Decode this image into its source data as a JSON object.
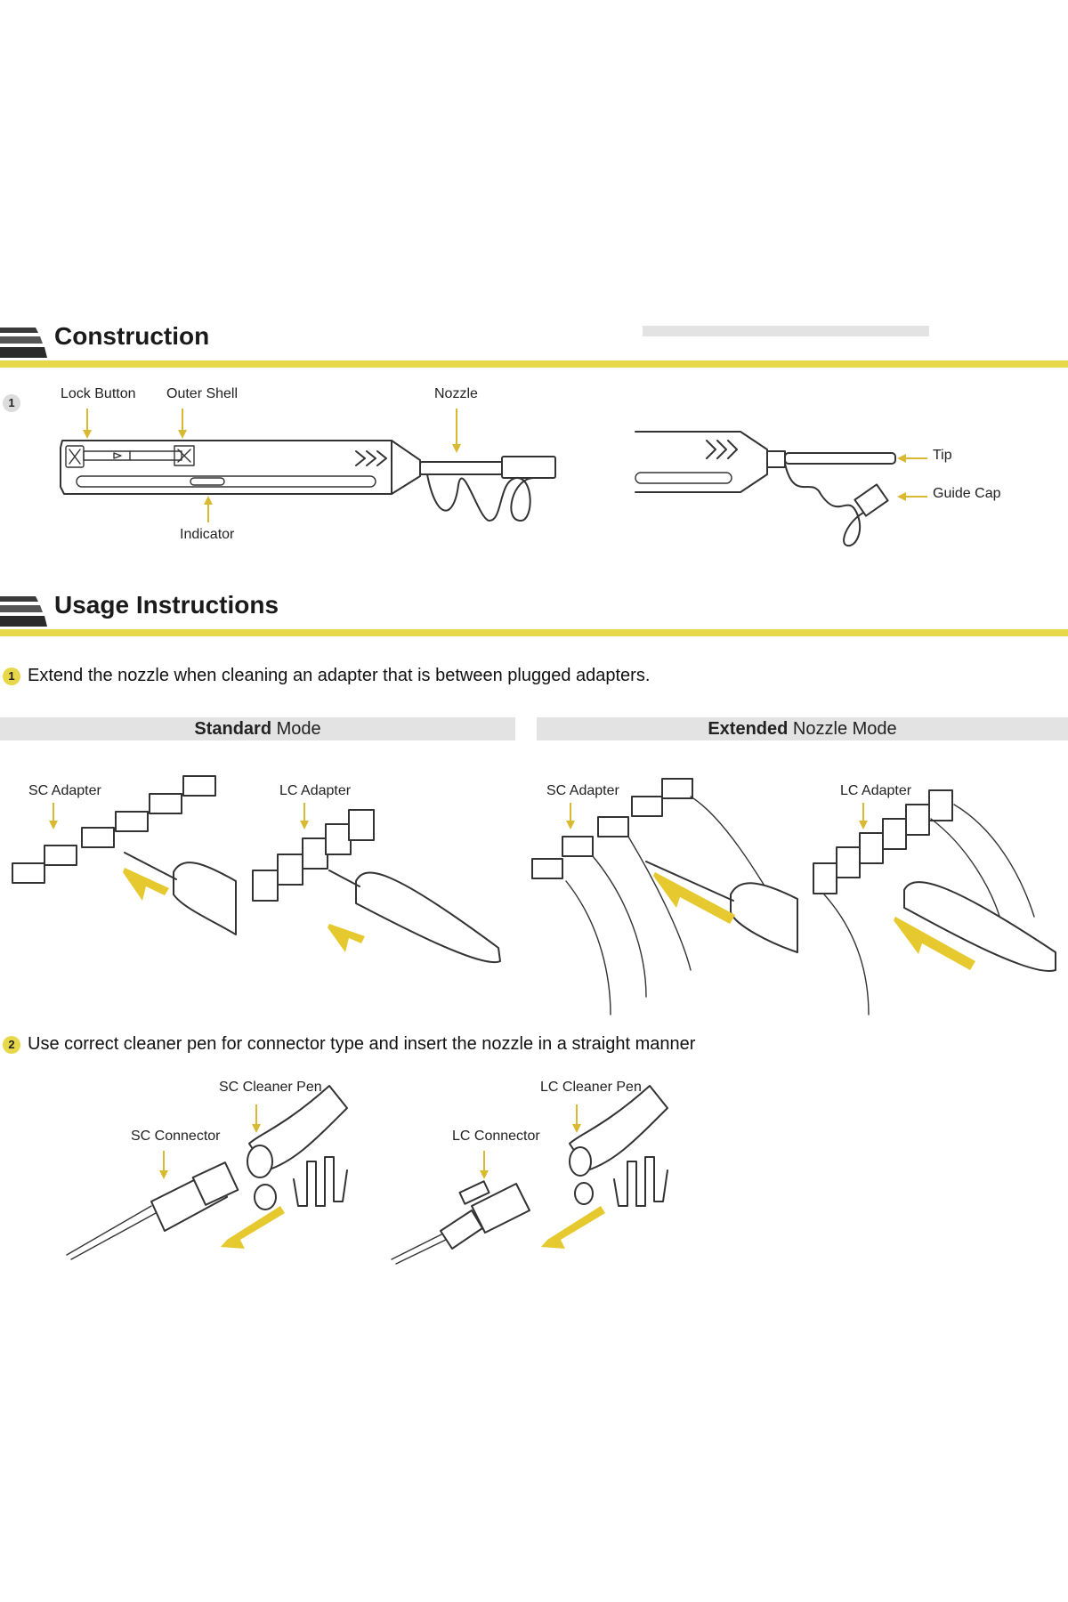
{
  "construction": {
    "title": "Construction",
    "step_number": "1",
    "labels": {
      "lock_button": "Lock Button",
      "outer_shell": "Outer Shell",
      "nozzle": "Nozzle",
      "indicator": "Indicator",
      "tip": "Tip",
      "guide_cap": "Guide Cap"
    }
  },
  "usage": {
    "title": "Usage Instructions",
    "step1": {
      "number": "1",
      "text": "Extend the nozzle when cleaning an adapter that is between plugged adapters.",
      "standard_mode": {
        "bold": "Standard",
        "rest": " Mode"
      },
      "extended_mode": {
        "bold": "Extended",
        "rest": " Nozzle Mode"
      },
      "labels": {
        "sc_adapter_left": "SC Adapter",
        "lc_adapter_left": "LC Adapter",
        "sc_adapter_right": "SC Adapter",
        "lc_adapter_right": "LC Adapter"
      }
    },
    "step2": {
      "number": "2",
      "text": "Use correct cleaner pen for connector type and insert the nozzle in a straight manner",
      "labels": {
        "sc_cleaner_pen": "SC Cleaner Pen",
        "sc_connector": "SC Connector",
        "lc_cleaner_pen": "LC Cleaner Pen",
        "lc_connector": "LC Connector"
      }
    }
  },
  "colors": {
    "accent_yellow": "#e6d84a",
    "arrow_yellow": "#e6c92e",
    "header_gray": "#e3e3e3",
    "line_dark": "#333333"
  }
}
